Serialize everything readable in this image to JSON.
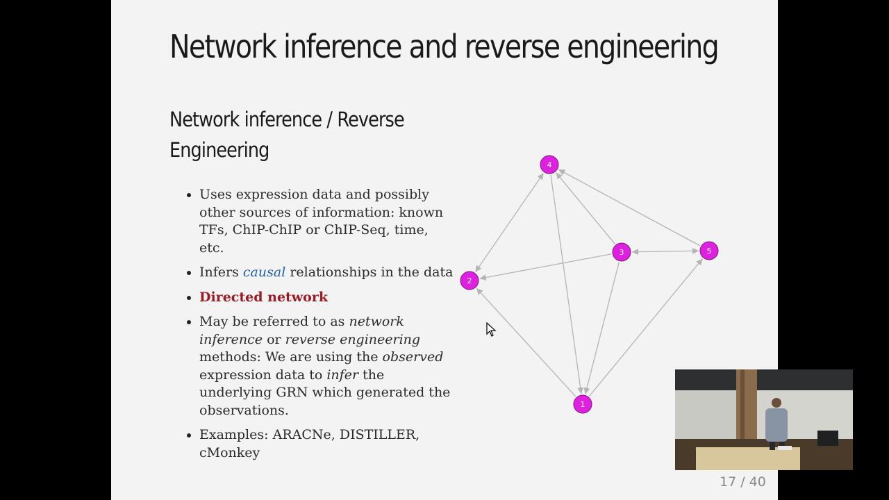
{
  "slide": {
    "title": "Network inference and reverse engineering",
    "section_title": "Network inference / Reverse Engineering",
    "bullets": {
      "b1": "Uses expression data and possibly other sources of information: known TFs, ChIP-ChIP or ChIP-Seq, time, etc.",
      "b2_pre": "Infers ",
      "b2_em": "causal",
      "b2_post": " relationships in the data",
      "b3": "Directed network",
      "b4_a": "May be referred to as ",
      "b4_em1": "network inference",
      "b4_b": " or ",
      "b4_em2": "reverse engineering",
      "b4_c": " methods: We are using the ",
      "b4_em3": "observed",
      "b4_d": " expression data to ",
      "b4_em4": "infer",
      "b4_e": " the underlying GRN which generated the observations.",
      "b5": "Examples: ARACNe, DISTILLER, cMonkey"
    },
    "page_number": "17 / 40"
  },
  "graph": {
    "node_color": "#e020e0",
    "edge_color": "#b4b4b4",
    "nodes": [
      "1",
      "2",
      "3",
      "4",
      "5"
    ],
    "edges": [
      {
        "from": "4",
        "to": "2",
        "dir": "both"
      },
      {
        "from": "3",
        "to": "4",
        "dir": "forward"
      },
      {
        "from": "5",
        "to": "4",
        "dir": "forward"
      },
      {
        "from": "3",
        "to": "2",
        "dir": "forward"
      },
      {
        "from": "3",
        "to": "5",
        "dir": "both"
      },
      {
        "from": "4",
        "to": "1",
        "dir": "forward"
      },
      {
        "from": "3",
        "to": "1",
        "dir": "forward"
      },
      {
        "from": "1",
        "to": "2",
        "dir": "forward"
      },
      {
        "from": "1",
        "to": "5",
        "dir": "forward"
      }
    ]
  }
}
